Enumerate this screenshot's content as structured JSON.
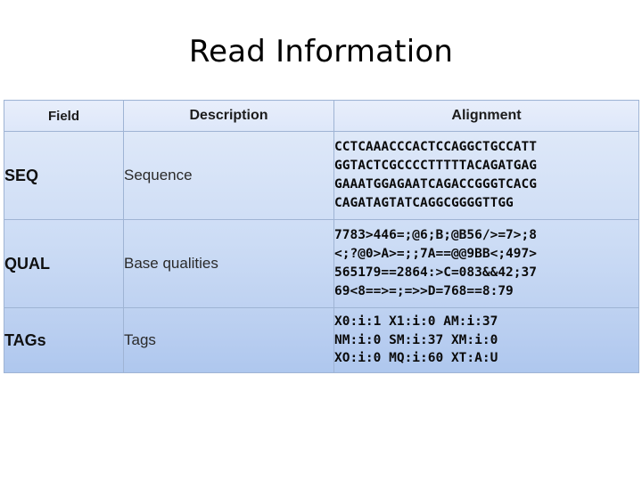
{
  "slide": {
    "title": "Read Information"
  },
  "table": {
    "headers": {
      "field": "Field",
      "description": "Description",
      "alignment": "Alignment"
    },
    "rows": [
      {
        "field": "SEQ",
        "description": "Sequence",
        "alignment_lines": [
          "CCTCAAACCCACTCCAGGCTGCCATT",
          "GGTACTCGCCCCTTTTTACAGATGAG",
          "GAAATGGAGAATCAGACCGGGTCACG",
          "CAGATAGTATCAGGCGGGGTTGG"
        ],
        "alignment_text": "CCTCAAACCCACTCCAGGCTGCCATT\nGGTACTCGCCCCTTTTTACAGATGAG\nGAAATGGAGAATCAGACCGGGTCACG\nCAGATAGTATCAGGCGGGGTTGG"
      },
      {
        "field": "QUAL",
        "description": "Base qualities",
        "alignment_lines": [
          "7783>446=;@6;B;@B56/>=7>;8",
          "<;?@0>A>=;;7A==@@9BB<;497>",
          "565179==2864:>C=083&&42;37",
          "69<8==>=;=>>D=768==8:79"
        ],
        "alignment_text": "7783>446=;@6;B;@B56/>=7>;8\n<;?@0>A>=;;7A==@@9BB<;497>\n565179==2864:>C=083&&42;37\n69<8==>=;=>>D=768==8:79"
      },
      {
        "field": "TAGs",
        "description": "Tags",
        "alignment_lines": [
          "X0:i:1 X1:i:0 AM:i:37",
          "NM:i:0 SM:i:37 XM:i:0",
          "XO:i:0 MQ:i:60 XT:A:U"
        ],
        "alignment_text": "X0:i:1 X1:i:0 AM:i:37\nNM:i:0 SM:i:37 XM:i:0\nXO:i:0 MQ:i:60 XT:A:U"
      }
    ]
  },
  "colors": {
    "table_top": "#e4ecf9",
    "table_bottom": "#aec7ee",
    "header_fill": "#e8eefb",
    "border": "#9fb4d4",
    "text": "#101010",
    "background": "#ffffff"
  }
}
